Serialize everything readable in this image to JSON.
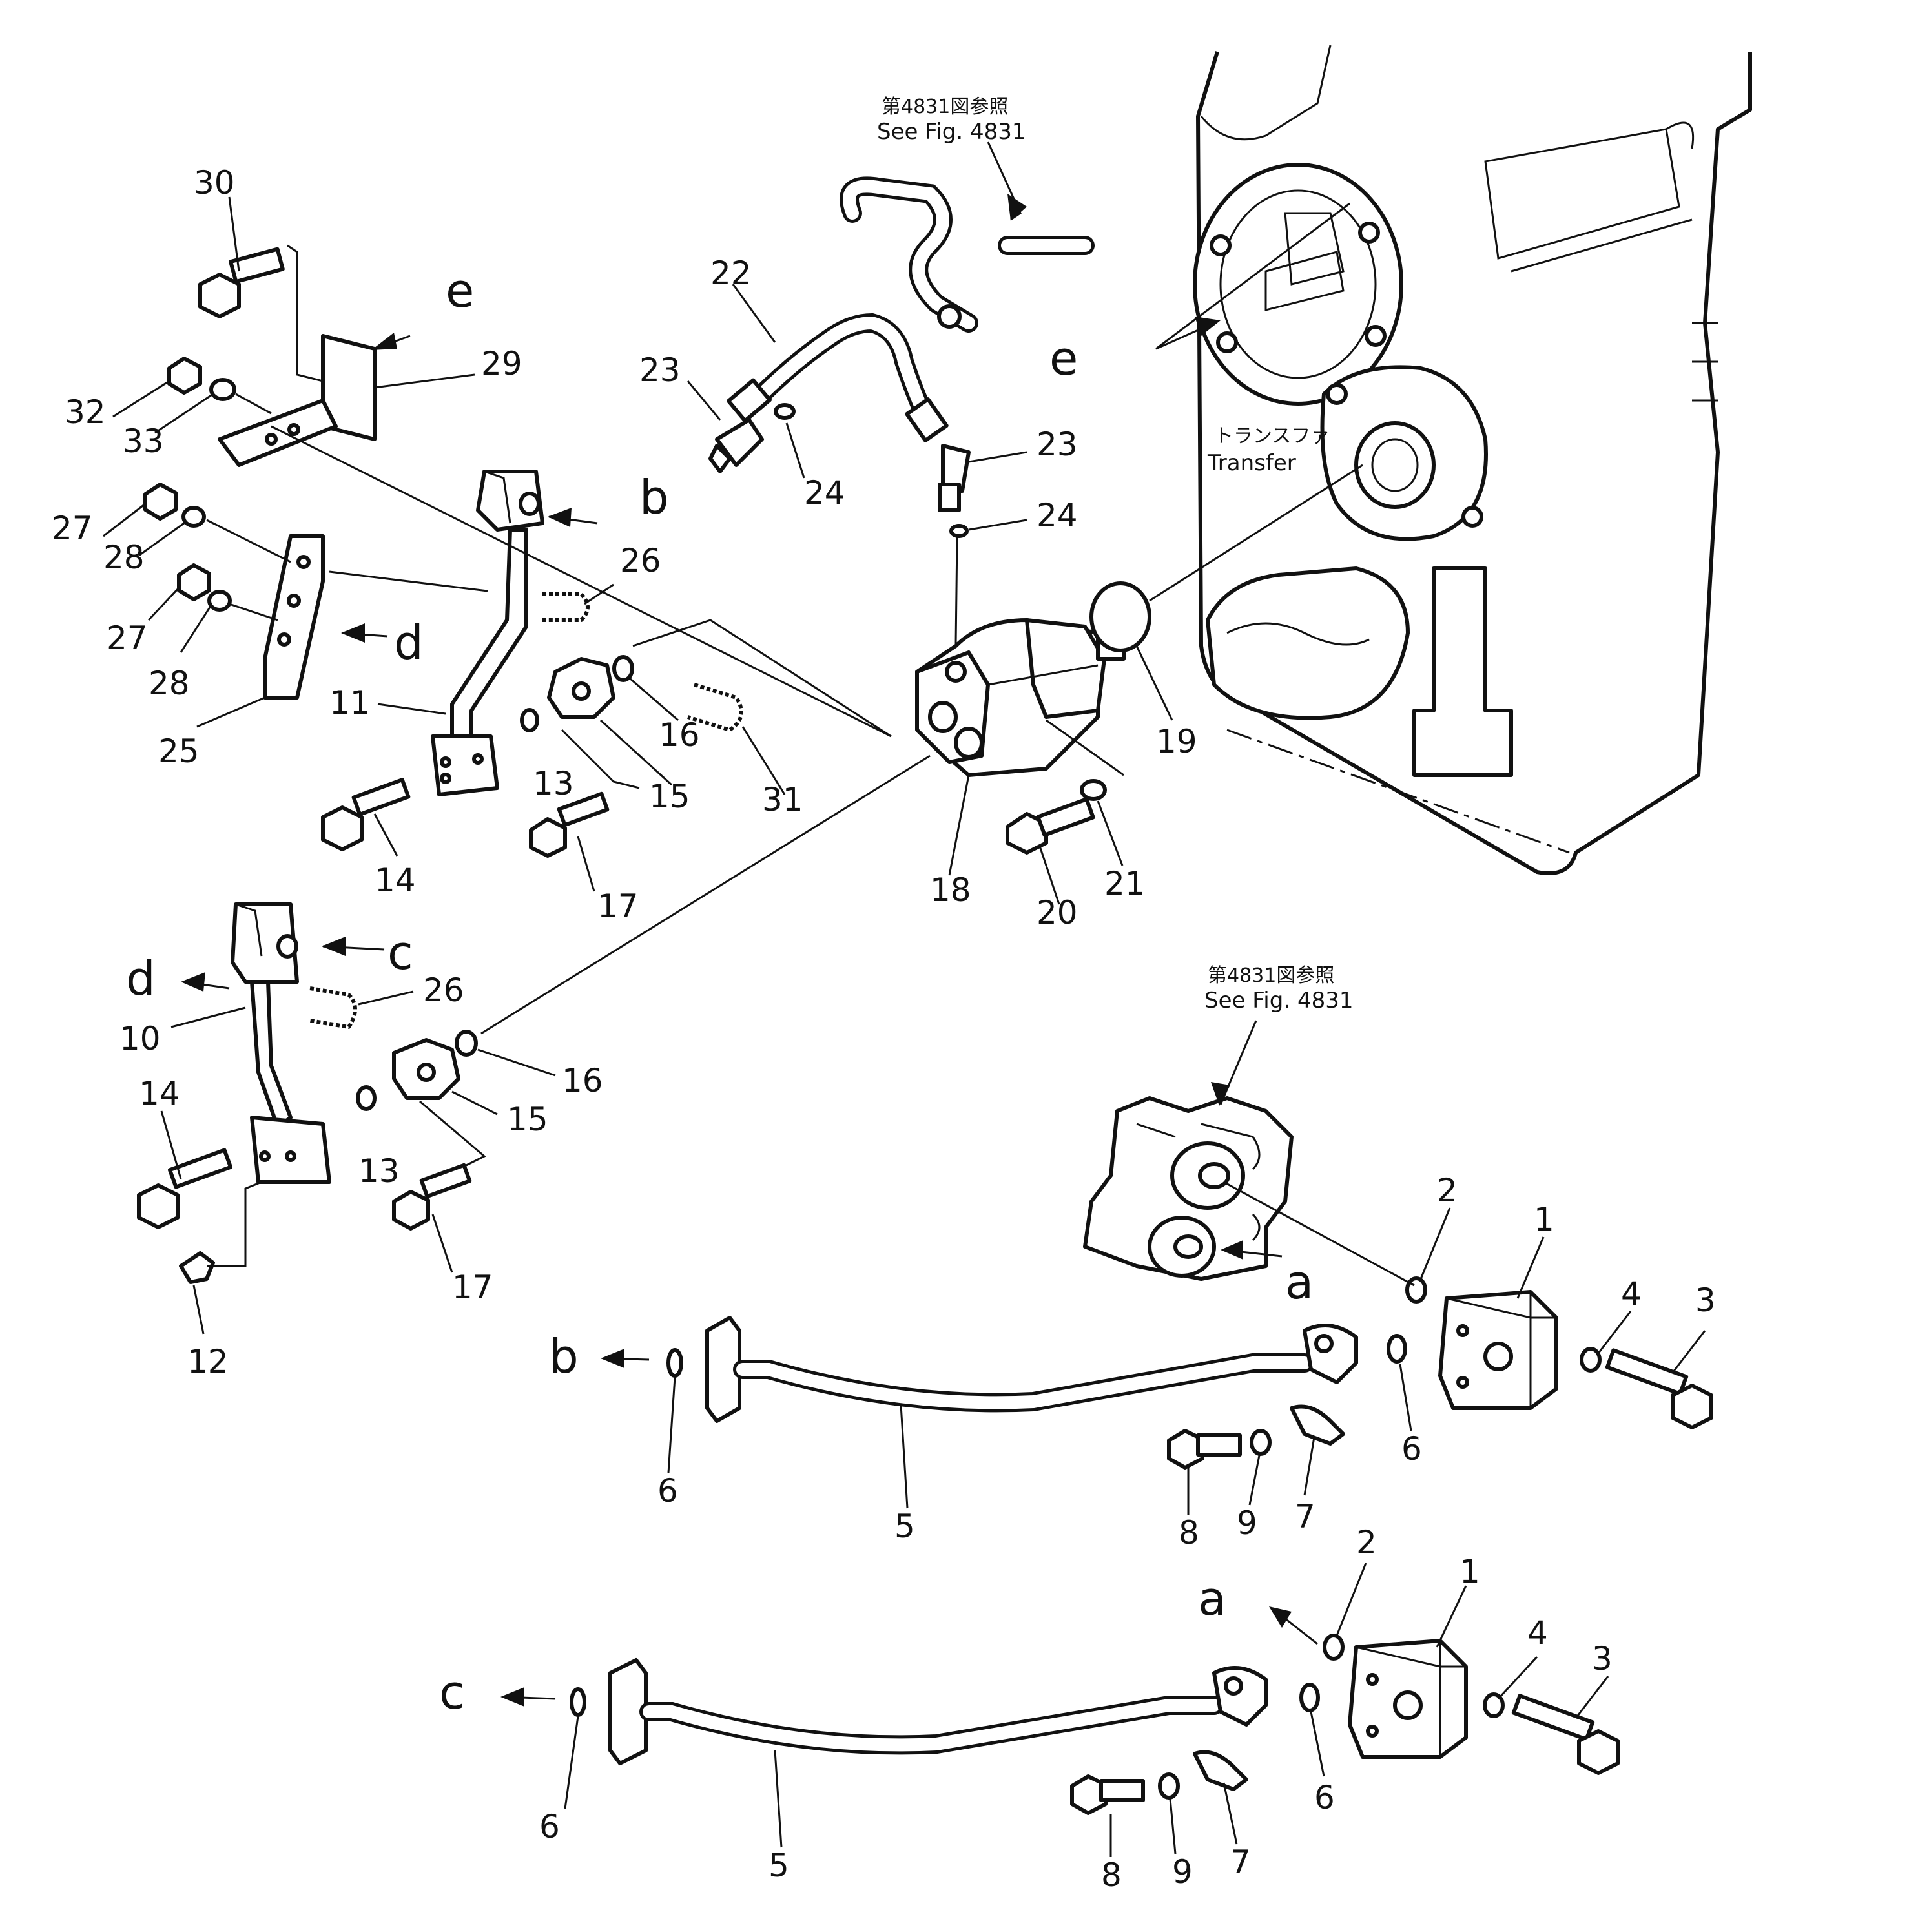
{
  "refs": {
    "ref1_jp": "第4831図参照",
    "ref1_en": "See Fig. 4831",
    "ref2_jp": "第4831図参照",
    "ref2_en": "See Fig. 4831",
    "transfer_jp": "トランスファ",
    "transfer_en": "Transfer"
  },
  "letters": {
    "a": "a",
    "b": "b",
    "c": "c",
    "d": "d",
    "e": "e"
  },
  "parts": [
    "1",
    "2",
    "3",
    "4",
    "5",
    "6",
    "7",
    "8",
    "9",
    "10",
    "11",
    "12",
    "13",
    "14",
    "15",
    "16",
    "17",
    "18",
    "19",
    "20",
    "21",
    "22",
    "23",
    "24",
    "25",
    "26",
    "27",
    "28",
    "29",
    "30",
    "31",
    "32",
    "33"
  ]
}
